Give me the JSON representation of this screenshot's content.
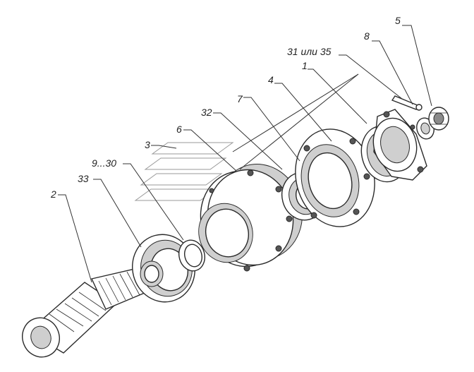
{
  "callouts": {
    "c5": "5",
    "c8": "8",
    "c31": "31 или 35",
    "c1": "1",
    "c4": "4",
    "c7": "7",
    "c32": "32",
    "c6": "6",
    "c3": "3",
    "c9": "9...30",
    "c33": "33",
    "c2": "2"
  }
}
